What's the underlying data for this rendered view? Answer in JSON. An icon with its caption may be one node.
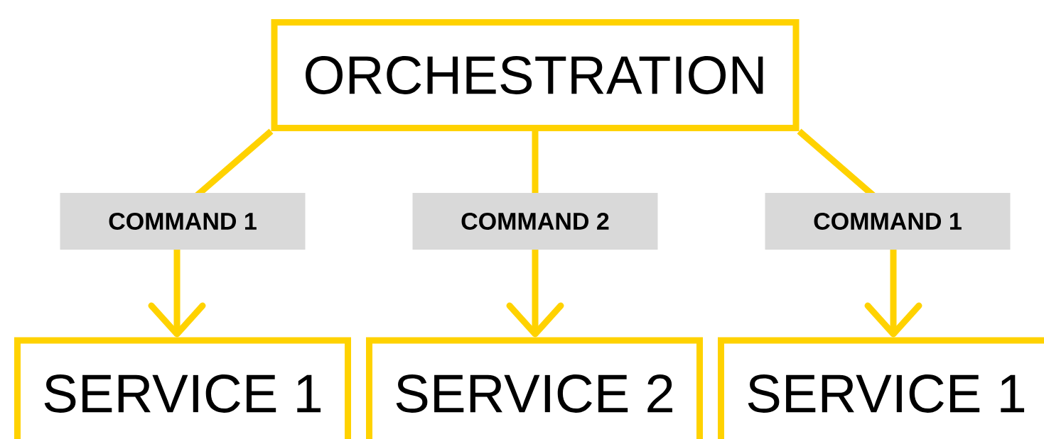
{
  "diagram": {
    "nodes": [
      {
        "text": [
          "ORCHESTRATION"
        ]
      },
      {
        "text": [
          "SERVICE 1"
        ]
      },
      {
        "text": [
          "SERVICE 2"
        ]
      },
      {
        "text": [
          "SERVICE 1"
        ]
      }
    ],
    "edges": [
      {
        "from": 0,
        "to": 1,
        "arrow": "to",
        "label": "COMMAND 1"
      },
      {
        "from": 0,
        "to": 2,
        "arrow": "to",
        "label": "COMMAND 2"
      },
      {
        "from": 0,
        "to": 3,
        "arrow": "to",
        "label": "COMMAND 1"
      }
    ]
  }
}
